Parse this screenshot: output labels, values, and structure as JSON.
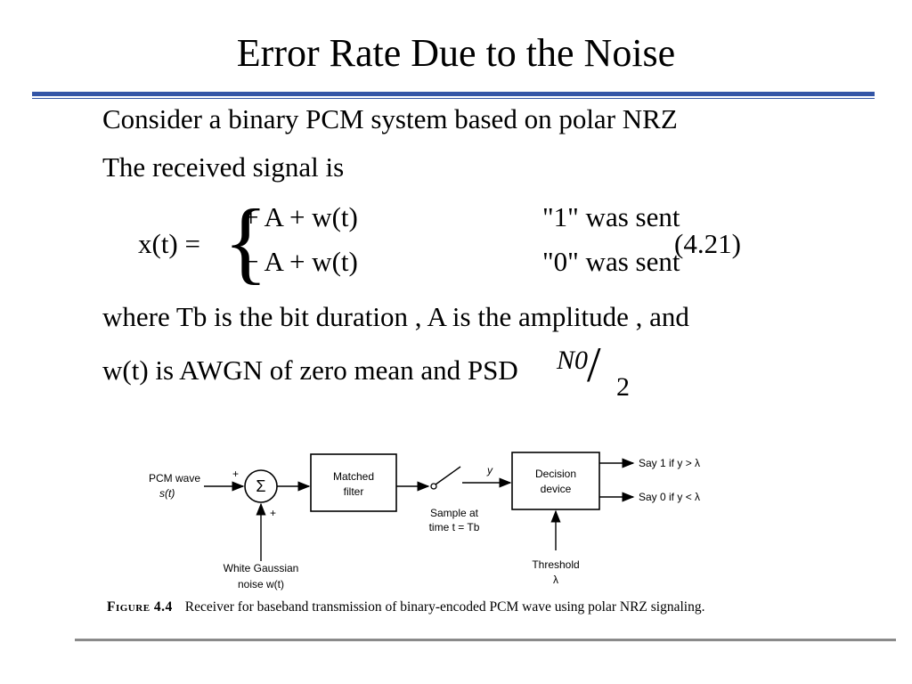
{
  "slide": {
    "title": "Error Rate Due to the Noise"
  },
  "text": {
    "line1": "Consider a binary PCM system based on polar NRZ",
    "line2": "The received signal is",
    "line4": "where Tb is the bit duration , A is the amplitude , and",
    "line5": "w(t) is AWGN of  zero mean and PSD"
  },
  "equation": {
    "lhs": "x(t) =",
    "case1_expr": "+ A + w(t)",
    "case1_cond": "\"1\" was sent",
    "case2_expr": "− A + w(t)",
    "case2_cond": "\"0\" was sent",
    "number": "(4.21)",
    "psd_num": "N0",
    "psd_den": "2"
  },
  "figure": {
    "input_label": "PCM wave",
    "input_signal": "s(t)",
    "summer": "Σ",
    "plus_top": "+",
    "plus_bottom": "+",
    "filter_line1": "Matched",
    "filter_line2": "filter",
    "sample_line1": "Sample at",
    "sample_line2": "time t = Tb",
    "y_label": "y",
    "decision_line1": "Decision",
    "decision_line2": "device",
    "out1": "Say 1 if y > λ",
    "out0": "Say 0 if y < λ",
    "noise_line1": "White Gaussian",
    "noise_line2": "noise w(t)",
    "threshold_line1": "Threshold",
    "threshold_line2": "λ",
    "caption_label": "Figure 4.4",
    "caption_text": "Receiver for baseband transmission of binary-encoded PCM wave using polar NRZ signaling."
  }
}
